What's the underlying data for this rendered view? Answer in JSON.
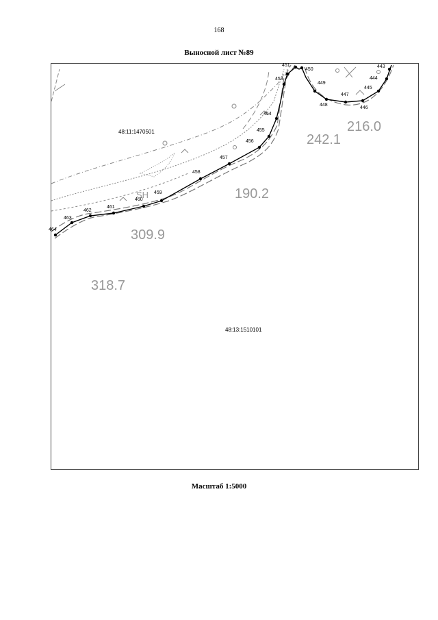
{
  "page": {
    "number": "168"
  },
  "sheet": {
    "title": "Выносной лист №89"
  },
  "scale": {
    "label": "Масштаб 1:5000"
  },
  "map": {
    "parcels": [
      {
        "id": "48:11:1470501"
      },
      {
        "id": "48:13:1510101"
      }
    ],
    "elevations": [
      "318.7",
      "309.9",
      "190.2",
      "242.1",
      "216.0",
      "SH"
    ],
    "points": [
      "443",
      "444",
      "445",
      "446",
      "447",
      "448",
      "449",
      "450",
      "451",
      "453",
      "454",
      "455",
      "456",
      "457",
      "458",
      "459",
      "460",
      "461",
      "462",
      "463",
      "464"
    ],
    "colors": {
      "boundary": "#000000",
      "dash_line": "#777777",
      "elevation_text": "#999999"
    }
  }
}
